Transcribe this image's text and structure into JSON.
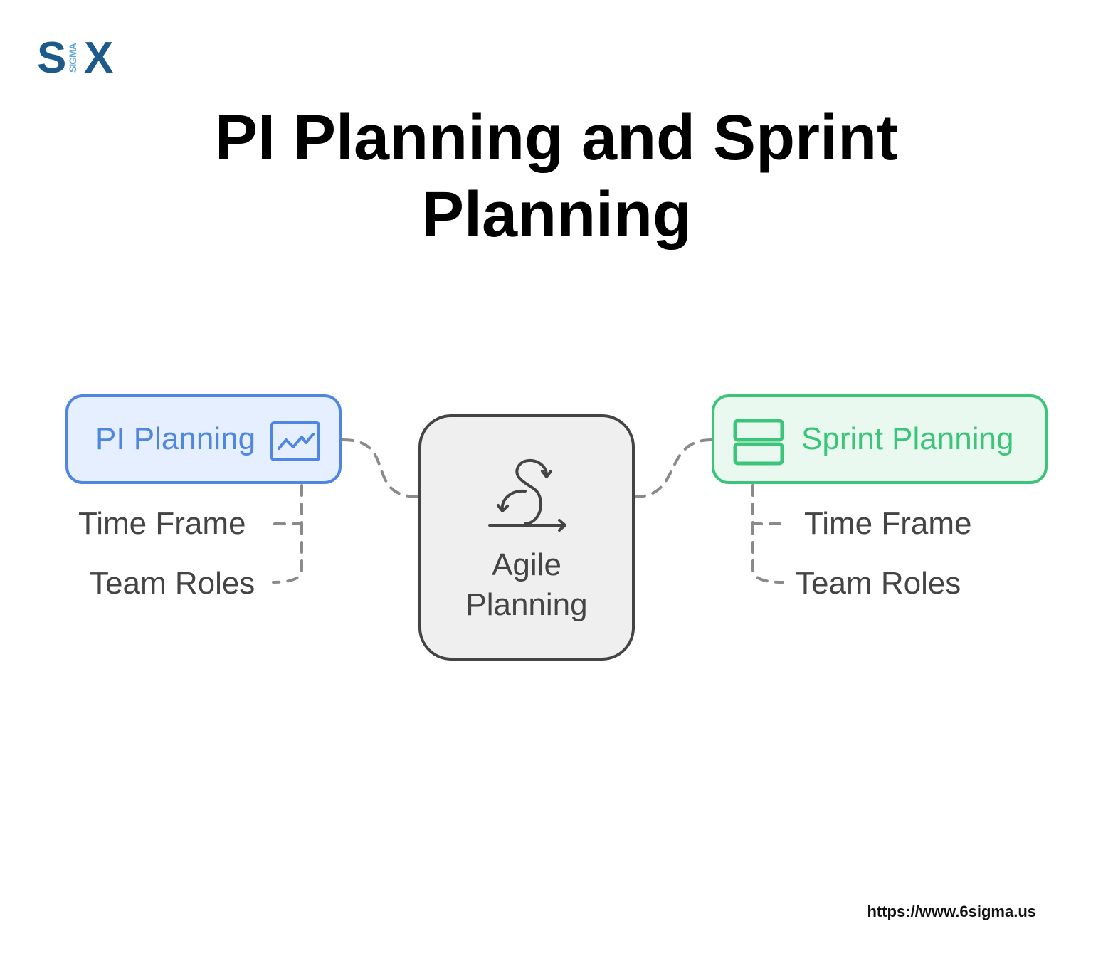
{
  "logo": {
    "left_letter": "S",
    "middle_text": "SIGMA",
    "right_letter": "X"
  },
  "title": {
    "line1": "PI Planning and Sprint",
    "line2": "Planning"
  },
  "diagram": {
    "center": {
      "line1": "Agile",
      "line2": "Planning",
      "icon": "agile-loop-icon"
    },
    "left": {
      "label": "PI Planning",
      "icon": "chart-line-icon",
      "children": [
        "Time Frame",
        "Team Roles"
      ]
    },
    "right": {
      "label": "Sprint Planning",
      "icon": "stacked-rows-icon",
      "children": [
        "Time Frame",
        "Team Roles"
      ]
    }
  },
  "colors": {
    "pi_accent": "#4f86e0",
    "pi_fill": "#e6efff",
    "sprint_accent": "#3cc47b",
    "sprint_fill": "#e9f9f0",
    "center_border": "#444444",
    "center_fill": "#efefef",
    "connector": "#8a8a8a",
    "logo_dark": "#1d5a8c",
    "logo_light": "#5aa6dc"
  },
  "footer": {
    "url": "https://www.6sigma.us"
  }
}
